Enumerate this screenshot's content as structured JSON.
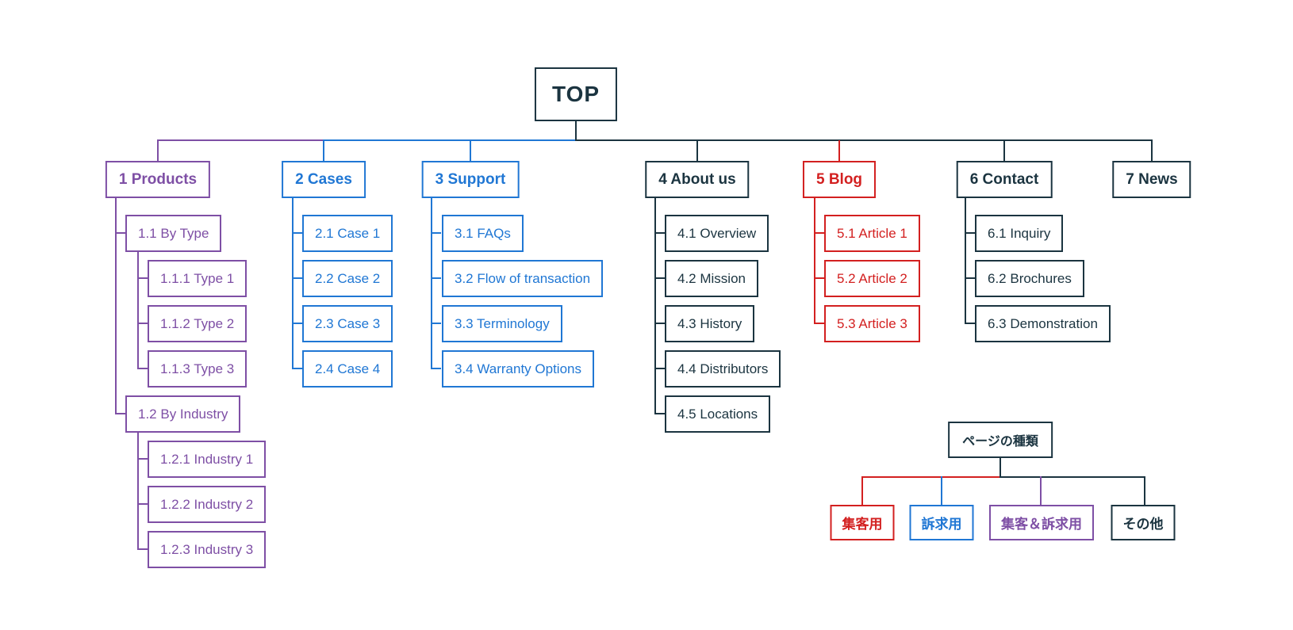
{
  "palette": {
    "purple": "#7e4fa5",
    "blue": "#2077d4",
    "red": "#d32020",
    "dark": "#1b3440",
    "bg": "#ffffff"
  },
  "root": {
    "label": "TOP"
  },
  "sections": [
    {
      "id": "products",
      "label": "1 Products",
      "color": "purple",
      "children": [
        {
          "label": "1.1 By Type",
          "children": [
            {
              "label": "1.1.1 Type 1"
            },
            {
              "label": "1.1.2 Type 2"
            },
            {
              "label": "1.1.3 Type 3"
            }
          ]
        },
        {
          "label": "1.2 By Industry",
          "children": [
            {
              "label": "1.2.1 Industry 1"
            },
            {
              "label": "1.2.2 Industry 2"
            },
            {
              "label": "1.2.3 Industry 3"
            }
          ]
        }
      ]
    },
    {
      "id": "cases",
      "label": "2 Cases",
      "color": "blue",
      "children": [
        {
          "label": "2.1 Case 1"
        },
        {
          "label": "2.2 Case 2"
        },
        {
          "label": "2.3 Case 3"
        },
        {
          "label": "2.4 Case 4"
        }
      ]
    },
    {
      "id": "support",
      "label": "3 Support",
      "color": "blue",
      "children": [
        {
          "label": "3.1 FAQs"
        },
        {
          "label": "3.2 Flow of transaction"
        },
        {
          "label": "3.3 Terminology"
        },
        {
          "label": "3.4 Warranty Options"
        }
      ]
    },
    {
      "id": "about",
      "label": "4 About us",
      "color": "dark",
      "children": [
        {
          "label": "4.1 Overview"
        },
        {
          "label": "4.2 Mission"
        },
        {
          "label": "4.3 History"
        },
        {
          "label": "4.4 Distributors"
        },
        {
          "label": "4.5 Locations"
        }
      ]
    },
    {
      "id": "blog",
      "label": "5 Blog",
      "color": "red",
      "children": [
        {
          "label": "5.1 Article 1"
        },
        {
          "label": "5.2 Article 2"
        },
        {
          "label": "5.3 Article 3"
        }
      ]
    },
    {
      "id": "contact",
      "label": "6 Contact",
      "color": "dark",
      "children": [
        {
          "label": "6.1 Inquiry"
        },
        {
          "label": "6.2 Brochures"
        },
        {
          "label": "6.3 Demonstration"
        }
      ]
    },
    {
      "id": "news",
      "label": "7 News",
      "color": "dark",
      "children": []
    }
  ],
  "legend": {
    "title": "ページの種類",
    "items": [
      {
        "label": "集客用",
        "color": "red"
      },
      {
        "label": "訴求用",
        "color": "blue"
      },
      {
        "label": "集客＆訴求用",
        "color": "purple"
      },
      {
        "label": "その他",
        "color": "dark"
      }
    ]
  }
}
